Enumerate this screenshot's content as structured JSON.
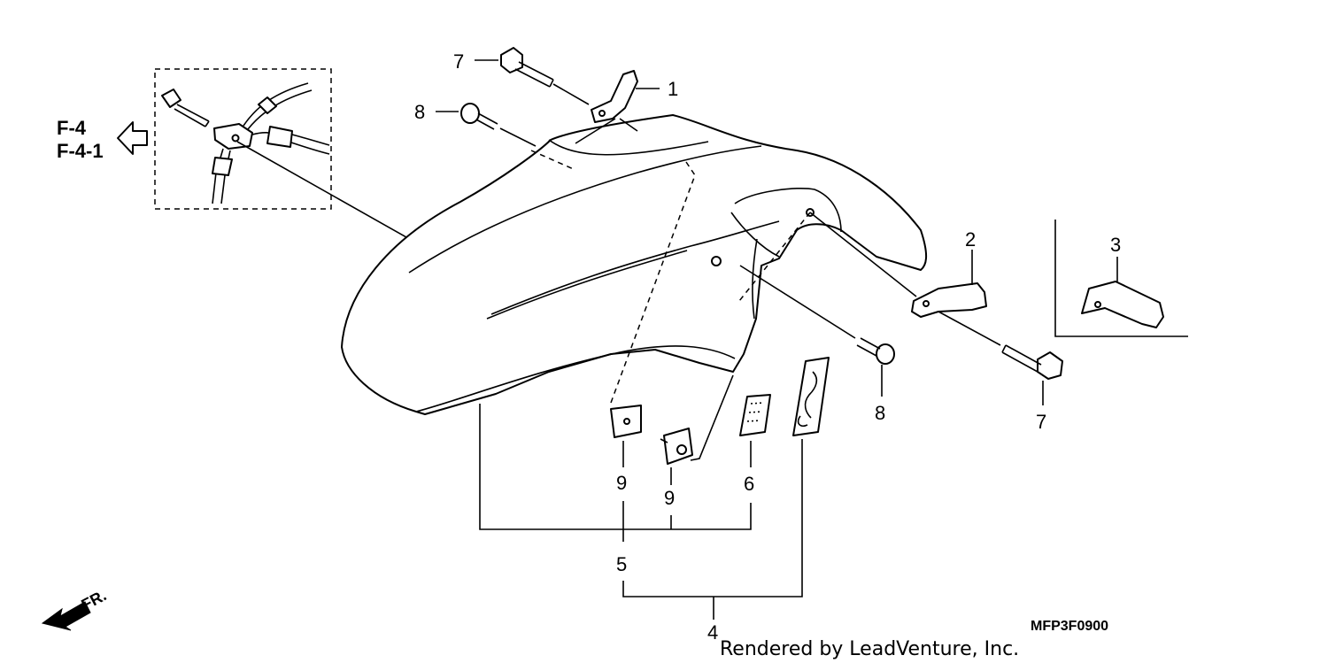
{
  "diagram": {
    "code": "MFP3F0900",
    "credit": "Rendered by LeadVenture, Inc.",
    "direction": "FR.",
    "references": [
      "F-4",
      "F-4-1"
    ],
    "callouts": {
      "c1": "1",
      "c2": "2",
      "c3": "3",
      "c4": "4",
      "c5": "5",
      "c6": "6",
      "c7a": "7",
      "c7b": "7",
      "c8a": "8",
      "c8b": "8",
      "c9a": "9",
      "c9b": "9"
    }
  }
}
